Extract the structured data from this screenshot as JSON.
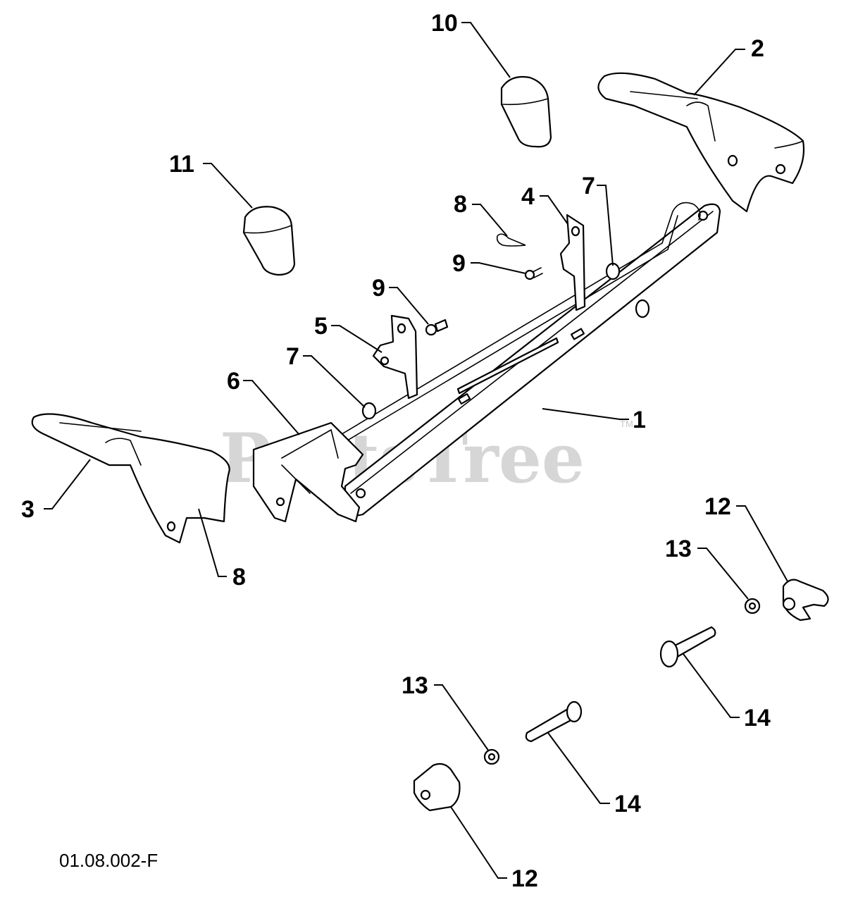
{
  "watermark": {
    "text": "PartsTree",
    "tm": "TM"
  },
  "drawing_code": "01.08.002-F",
  "callouts": {
    "c10": "10",
    "c2": "2",
    "c11": "11",
    "c8a": "8",
    "c4": "4",
    "c7a": "7",
    "c9a": "9",
    "c9b": "9",
    "c5": "5",
    "c7b": "7",
    "c6": "6",
    "c1": "1",
    "c3": "3",
    "c8b": "8",
    "c12a": "12",
    "c13a": "13",
    "c14a": "14",
    "c13b": "13",
    "c14b": "14",
    "c12b": "12"
  }
}
